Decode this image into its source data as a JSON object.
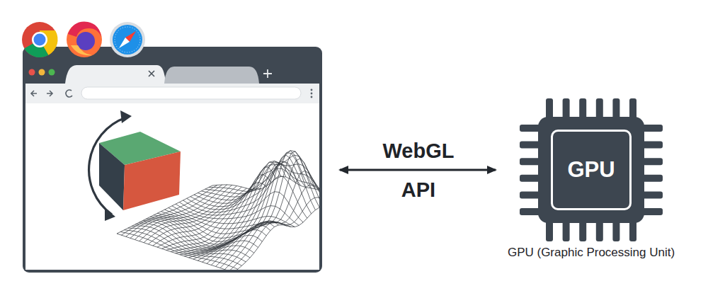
{
  "diagram": {
    "nodes": [
      {
        "text": [
          "GPU",
          "GPU (Graphic Processing Unit)"
        ]
      }
    ],
    "labels": [
      "WebGL",
      "API"
    ]
  }
}
